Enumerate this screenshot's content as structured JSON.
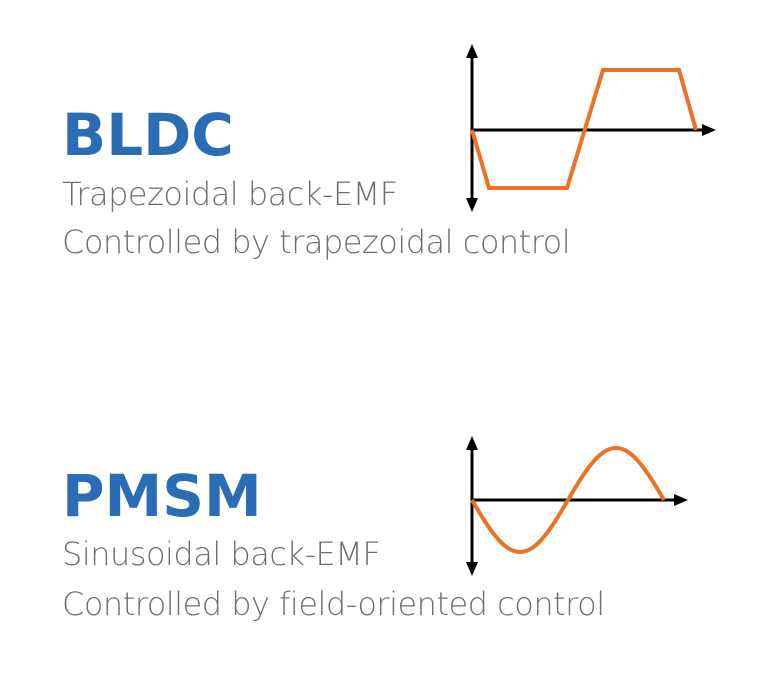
{
  "colors": {
    "title": "#2a6db5",
    "text": "#6e6e6e",
    "wave": "#ea7125",
    "axis": "#000000"
  },
  "bldc": {
    "title": "BLDC",
    "line1": "Trapezoidal back-EMF",
    "line2": "Controlled by trapezoidal control",
    "waveform": "trapezoidal",
    "icons": [
      "up-down-arrow-icon",
      "right-arrow-icon"
    ]
  },
  "pmsm": {
    "title": "PMSM",
    "line1": "Sinusoidal back-EMF",
    "line2": "Controlled by field-oriented control",
    "waveform": "sinusoidal",
    "icons": [
      "up-down-arrow-icon",
      "right-arrow-icon"
    ]
  }
}
